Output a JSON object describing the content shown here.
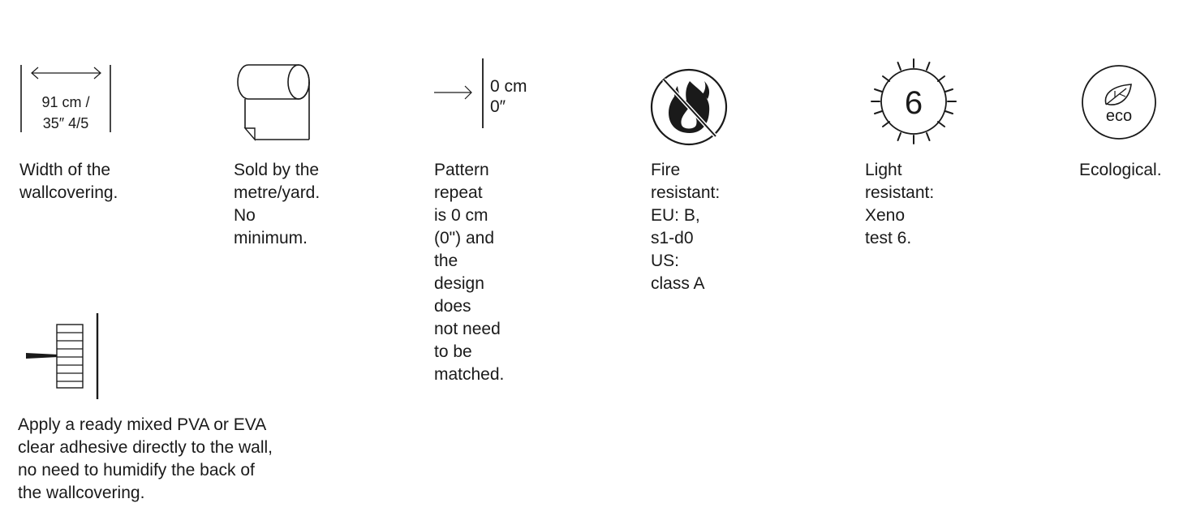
{
  "specs": {
    "width": {
      "icon": "width-arrow-icon",
      "icon_line1": "91 cm /",
      "icon_line2": "35″ 4/5",
      "description": "Width of the\nwallcovering."
    },
    "roll": {
      "icon": "wallpaper-roll-icon",
      "description": "Sold by the\nmetre/yard.\nNo minimum."
    },
    "repeat": {
      "icon": "pattern-repeat-icon",
      "icon_line1": "0 cm",
      "icon_line2": "0″",
      "description": "Pattern repeat\nis 0 cm (0\") and\nthe design does\nnot need to be\nmatched."
    },
    "fire": {
      "icon": "fire-resistant-icon",
      "description": "Fire resistant:\nEU: B, s1-d0\nUS: class A"
    },
    "light": {
      "icon": "light-resistant-sun-icon",
      "icon_number": "6",
      "description": "Light resistant:\nXeno test 6."
    },
    "eco": {
      "icon": "eco-leaf-icon",
      "icon_label": "eco",
      "description": "Ecological."
    },
    "adhesive": {
      "icon": "paste-the-wall-icon",
      "description": "Apply a ready mixed PVA or EVA\nclear adhesive directly to the wall,\nno need to humidify the back of\nthe wallcovering."
    }
  },
  "colors": {
    "ink": "#1a1a1a",
    "background": "#ffffff"
  }
}
